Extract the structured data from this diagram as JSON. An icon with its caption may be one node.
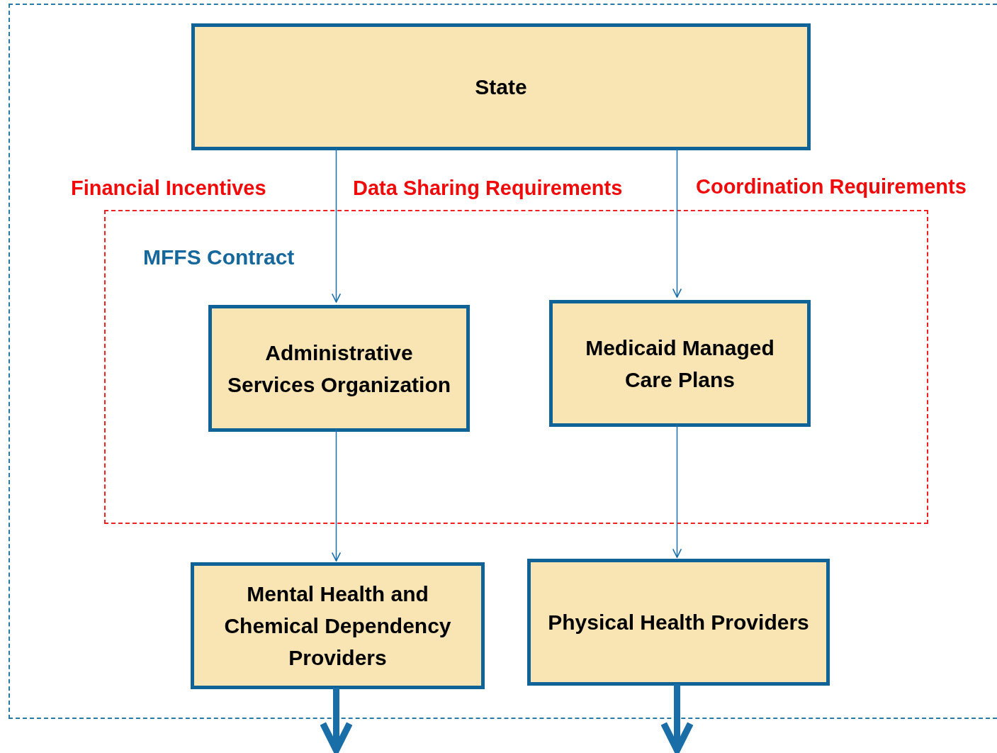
{
  "diagram": {
    "nodes": [
      {
        "text": [],
        "shape": "box"
      },
      {
        "text": [
          "State"
        ],
        "in": 0
      },
      {
        "text": [
          "MFFS Contract"
        ],
        "in": 0
      },
      {
        "text": [
          "Administrative Services Organization"
        ],
        "in": 2
      },
      {
        "text": [
          "Medicaid Managed Care Plans"
        ],
        "in": 2
      },
      {
        "text": [
          "Mental Health and Chemical Dependency Providers"
        ],
        "in": 0
      },
      {
        "text": [
          "Physical Health Providers"
        ],
        "in": 0
      }
    ],
    "edges": [
      {
        "from": 1,
        "to": 3,
        "arrow": "to"
      },
      {
        "from": 1,
        "to": 4,
        "arrow": "to"
      },
      {
        "from": 3,
        "to": 5,
        "arrow": "to"
      },
      {
        "from": 4,
        "to": 6,
        "arrow": "to"
      },
      {
        "from": 5,
        "to": null,
        "arrow": "to",
        "style": "thick"
      },
      {
        "from": 6,
        "to": null,
        "arrow": "to",
        "style": "thick"
      }
    ],
    "labels": [
      "Financial Incentives",
      "Data Sharing Requirements",
      "Coordination Requirements"
    ]
  }
}
